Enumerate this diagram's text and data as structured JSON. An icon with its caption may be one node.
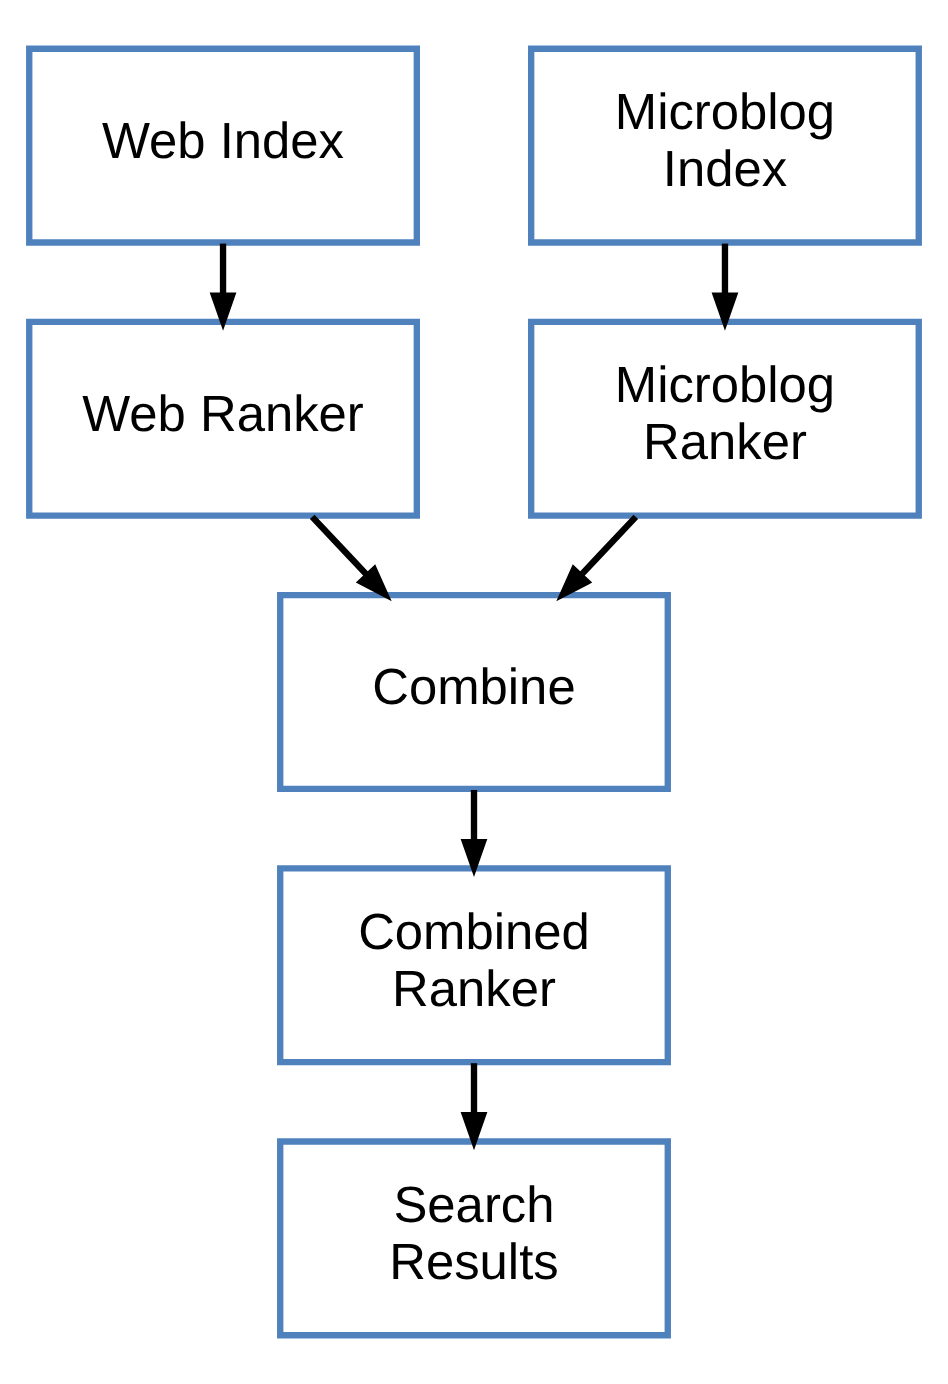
{
  "diagram": {
    "nodes": [
      {
        "text": [
          "Web Index"
        ]
      },
      {
        "text": [
          "Microblog Index"
        ]
      },
      {
        "text": [
          "Web Ranker"
        ]
      },
      {
        "text": [
          "Microblog Ranker"
        ]
      },
      {
        "text": [
          "Combine"
        ]
      },
      {
        "text": [
          "Combined Ranker"
        ]
      },
      {
        "text": [
          "Search Results"
        ]
      }
    ],
    "edges": [
      {
        "from": 0,
        "to": 2,
        "arrow": "to"
      },
      {
        "from": 1,
        "to": 3,
        "arrow": "to"
      },
      {
        "from": 2,
        "to": 4,
        "arrow": "to"
      },
      {
        "from": 3,
        "to": 4,
        "arrow": "to"
      },
      {
        "from": 4,
        "to": 5,
        "arrow": "to"
      },
      {
        "from": 5,
        "to": 6,
        "arrow": "to"
      }
    ]
  }
}
